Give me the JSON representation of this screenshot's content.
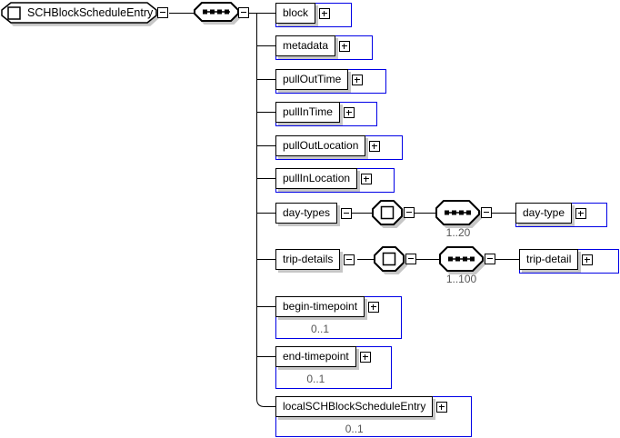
{
  "colors": {
    "container_border_blue": "#0000e6",
    "shape_border": "#000000",
    "shadow_gray": "#c6c6c6",
    "occurs_text": "#555555"
  },
  "icons": {
    "root_element_shape": "rounded-octagon-element-icon",
    "sequence_compositor": "sequence-dots-icon",
    "complex_content": "square-octagon-icon",
    "expand": "plus-icon",
    "collapse": "minus-icon"
  },
  "diagram": {
    "root": {
      "label": "SCHBlockScheduleEntry"
    },
    "children": [
      {
        "label": "block"
      },
      {
        "label": "metadata"
      },
      {
        "label": "pullOutTime"
      },
      {
        "label": "pullInTime"
      },
      {
        "label": "pullOutLocation"
      },
      {
        "label": "pullInLocation"
      },
      {
        "label": "day-types",
        "child": {
          "label": "day-type",
          "occurs": "1..20"
        }
      },
      {
        "label": "trip-details",
        "child": {
          "label": "trip-detail",
          "occurs": "1..100"
        }
      },
      {
        "label": "begin-timepoint",
        "occurs": "0..1"
      },
      {
        "label": "end-timepoint",
        "occurs": "0..1"
      },
      {
        "label": "localSCHBlockScheduleEntry",
        "occurs": "0..1"
      }
    ]
  }
}
